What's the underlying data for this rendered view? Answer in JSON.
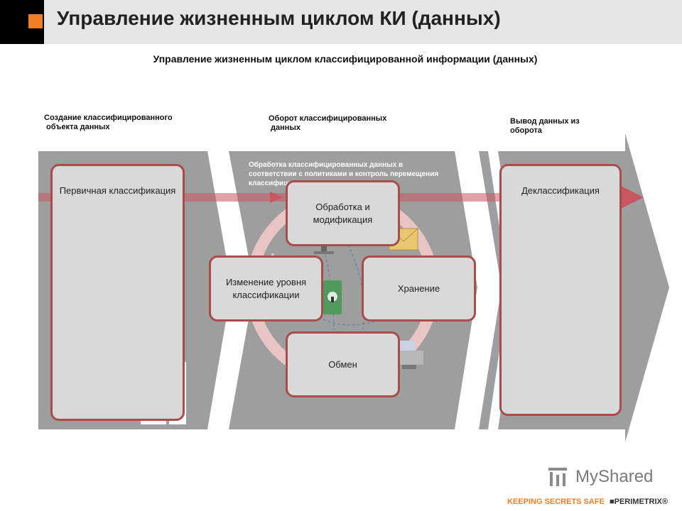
{
  "header": {
    "title": "Управление жизненным циклом КИ (данных)",
    "accent_color": "#f07e24"
  },
  "subtitle": "Управление жизненным циклом классифицированной информации (данных)",
  "phases": [
    {
      "label": "Создание классифицированного\n объекта данных"
    },
    {
      "label": "Оборот классифицированных\n данных"
    },
    {
      "label": "Вывод данных из\nоборота"
    }
  ],
  "overlay_text": "Обработка классифицированных данных в соответствии с политиками и контроль перемещения классифицированных данных",
  "boxes": {
    "primary": "Первичная классификация",
    "process": "Обработка и модификация",
    "change": "Изменение уровня классификации",
    "storage": "Хранение",
    "exchange": "Обмен",
    "declass": "Деклассификация"
  },
  "icons": [
    "envelope-icon",
    "computer-icon",
    "safe-icon",
    "printer-icon",
    "chart-icon"
  ],
  "colors": {
    "box_border": "#a84c4c",
    "box_fill": "#d9d9d9",
    "band": "#9e9e9e",
    "arrow": "#c8585f",
    "cycle": "#e8c4c4"
  },
  "watermark": "MyShared",
  "footer": {
    "slogan": "KEEPING SECRETS SAFE",
    "brand": "■PERIMETRIX®"
  }
}
